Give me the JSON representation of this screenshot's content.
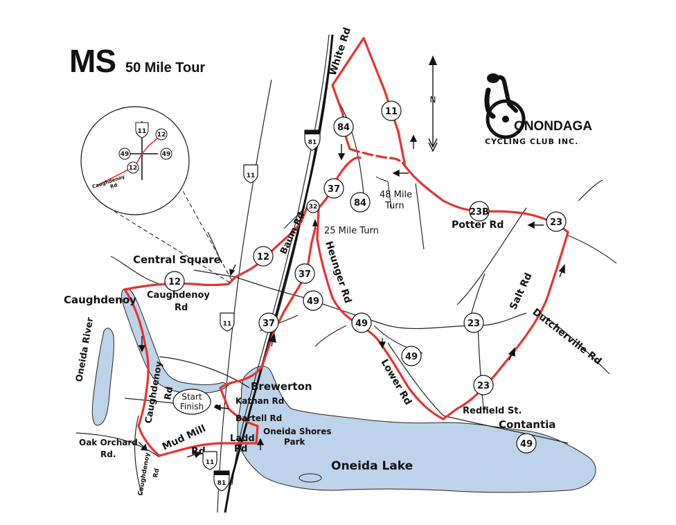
{
  "title": {
    "main": "MS",
    "sub": "50 Mile Tour"
  },
  "logo": {
    "name": "ONONDAGA",
    "sub": "CYCLING CLUB INC."
  },
  "compass": {
    "label": "N"
  },
  "places": {
    "central_square": "Central Square",
    "caughdenoy": "Caughdenoy",
    "brewerton": "Brewerton",
    "contantia": "Contantia",
    "oneida_lake": "Oneida Lake",
    "oneida_river": "Oneida River",
    "oneida_shores_1": "Oneida Shores",
    "oneida_shores_2": "Park",
    "start": "Start",
    "finish": "Finish"
  },
  "turns": {
    "t25": "25 Mile Turn",
    "t48_1": "48 Mile",
    "t48_2": "Turn"
  },
  "roads": {
    "white_rd": "White Rd",
    "baum_rd": "Baum Rd",
    "heunger_rd": "Heunger Rd",
    "potter_rd": "Potter Rd",
    "salt_rd": "Salt Rd",
    "dutcherville_rd": "Dutcherville Rd",
    "lower_rd": "Lower Rd",
    "redfield_st": "Redfield St.",
    "caughdenoy_rd_top_1": "Caughdenoy",
    "caughdenoy_rd_top_2": "Rd",
    "caughdenoy_rd_left_1": "Caughdenoy",
    "caughdenoy_rd_left_2": "Rd",
    "caughdenoy_rd_small_1": "Caughdenoy",
    "caughdenoy_rd_small_2": "Rd",
    "kathan_rd": "Kathan Rd",
    "bartell_rd": "Bartell Rd",
    "mud_mill_1": "Mud Mill",
    "mud_mill_2": "Rd.",
    "ladd_1": "Ladd",
    "ladd_2": "Rd",
    "oak_orchard_1": "Oak Orchard",
    "oak_orchard_2": "Rd."
  },
  "shields": {
    "s11_top": "11",
    "s84_a": "84",
    "s84_b": "84",
    "s37_a": "37",
    "s37_b": "37",
    "s37_c": "37",
    "s32": "32",
    "s12_a": "12",
    "s12_b": "12",
    "s49_a": "49",
    "s49_b": "49",
    "s49_c": "49",
    "s49_d": "49",
    "s23b": "23B",
    "s23_a": "23",
    "s23_b": "23",
    "s23_c": "23"
  },
  "us_shields": {
    "us11_a": "11",
    "us11_b": "11",
    "us11_c": "11"
  },
  "interstates": {
    "i81_top": "81",
    "i81_bottom": "81"
  },
  "inset": {
    "us11": "11",
    "s12_top": "12",
    "s49_left": "49",
    "s49_right": "49",
    "s12_bottom": "12",
    "road_1": "Caughdenoy",
    "road_2": "Rd"
  },
  "colors": {
    "route": "#e8312f",
    "water": "#bdd3e9"
  }
}
